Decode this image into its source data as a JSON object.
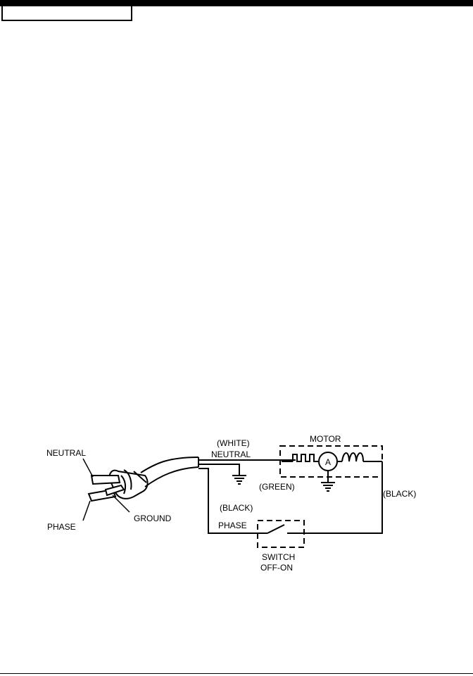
{
  "diagram": {
    "labels": {
      "neutral_plug": "NEUTRAL",
      "phase_plug": "PHASE",
      "ground_plug": "GROUND",
      "white_wire": "(WHITE)",
      "neutral_wire": "NEUTRAL",
      "motor": "MOTOR",
      "green_wire": "(GREEN)",
      "black_wire_right": "(BLACK)",
      "black_wire_left": "(BLACK)",
      "phase_wire": "PHASE",
      "switch": "SWITCH",
      "switch_state": "OFF-ON",
      "motor_symbol": "A"
    }
  }
}
